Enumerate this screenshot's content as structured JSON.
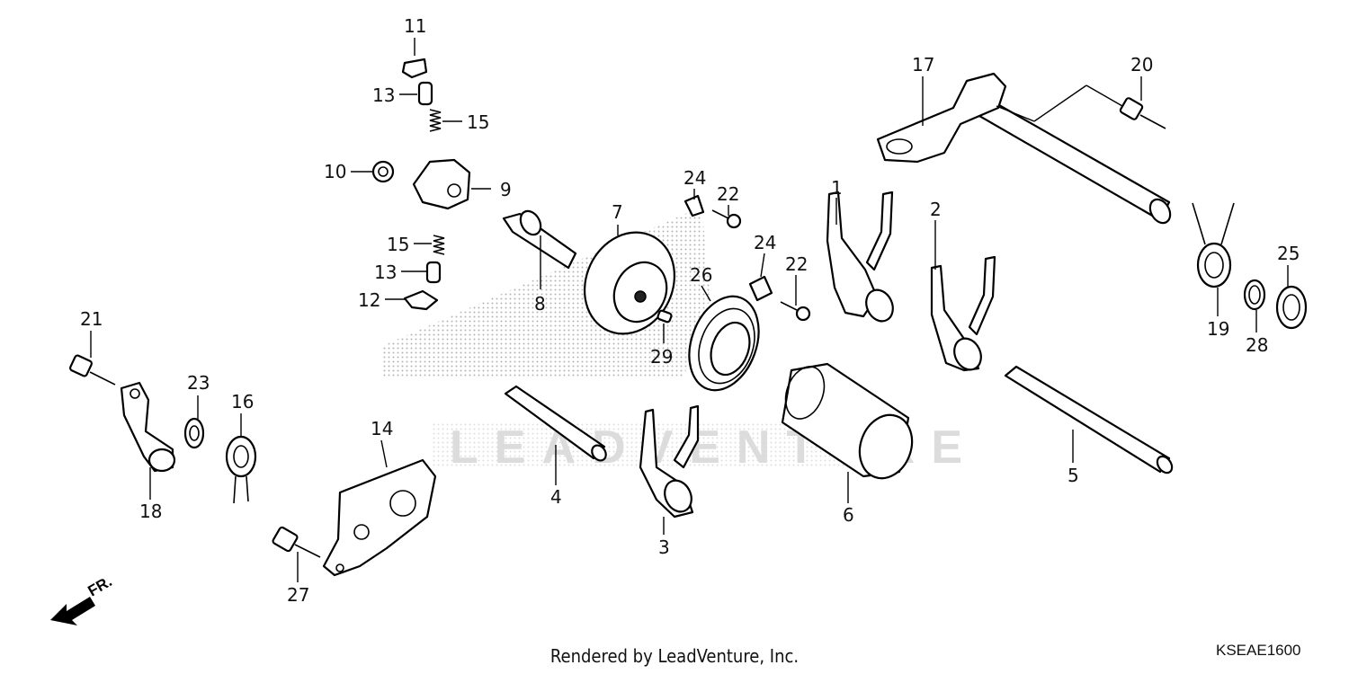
{
  "diagram": {
    "callouts": [
      "1",
      "2",
      "3",
      "4",
      "5",
      "6",
      "7",
      "8",
      "9",
      "10",
      "11",
      "12",
      "13",
      "13",
      "14",
      "15",
      "15",
      "16",
      "17",
      "18",
      "19",
      "20",
      "21",
      "22",
      "22",
      "23",
      "24",
      "24",
      "25",
      "26",
      "27",
      "28",
      "29"
    ],
    "direction_label": "FR.",
    "watermark": "LEADVENTURE"
  },
  "footer": {
    "credit": "Rendered by LeadVenture, Inc.",
    "code": "KSEAE1600"
  }
}
